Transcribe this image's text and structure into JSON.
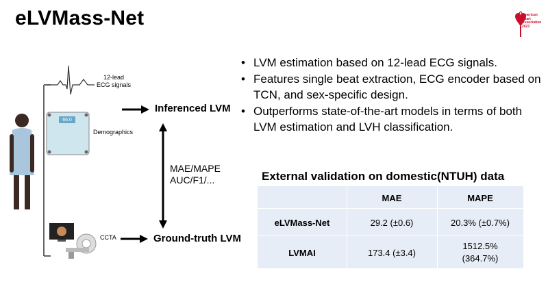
{
  "title": "eLVMass-Net",
  "logo": {
    "line1": "American",
    "line2": "Heart",
    "line3": "Association",
    "year": "2023"
  },
  "bullets": [
    "LVM estimation based on 12-lead ECG signals.",
    "Features single beat extraction, ECG encoder based on TCN, and sex-specific design.",
    "Outperforms state-of-the-art models in terms of both LVM estimation and LVH classification."
  ],
  "diagram": {
    "ecg_label_line1": "12-lead",
    "ecg_label_line2": "ECG signals",
    "scale_display": "66.0",
    "demographics_label": "Demographics",
    "ccta_label": "CCTA",
    "inferenced_label": "Inferenced LVM",
    "ground_truth_label": "Ground-truth LVM",
    "metrics_line1": "MAE/MAPE",
    "metrics_line2": "AUC/F1/..."
  },
  "table": {
    "title": "External validation on domestic(NTUH) data",
    "headers": [
      "",
      "MAE",
      "MAPE"
    ],
    "rows": [
      [
        "eLVMass-Net",
        "29.2 (±0.6)",
        "20.3% (±0.7%)"
      ],
      [
        "LVMAI",
        "173.4 (±3.4)",
        "1512.5%",
        "(364.7%)"
      ]
    ]
  },
  "colors": {
    "logo_red": "#c8102e",
    "table_bg": "#e7edf6"
  }
}
